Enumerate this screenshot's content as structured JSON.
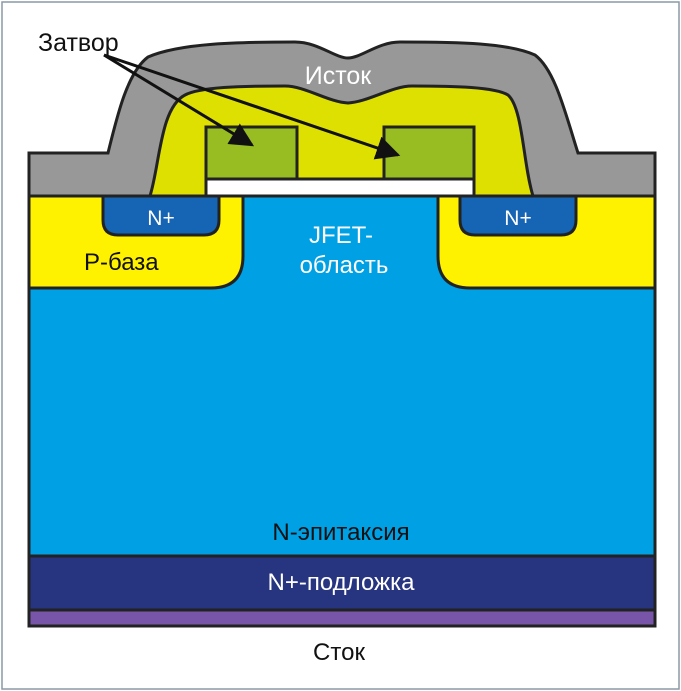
{
  "labels": {
    "gate": "Затвор",
    "source": "Исток",
    "n_plus_left": "N+",
    "n_plus_right": "N+",
    "p_base": "P-база",
    "jfet_line1": "JFET-",
    "jfet_line2": "область",
    "n_epi": "N-эпитаксия",
    "substrate": "N+-подложка",
    "drain": "Сток"
  },
  "colors": {
    "frame": "#8a9aa6",
    "source_metal": "#989898",
    "oxide": "#dde000",
    "gate_poly": "#97bd22",
    "gate_insulator": "#ffffff",
    "p_base": "#fff200",
    "n_plus": "#1565b4",
    "n_epi": "#00a0e4",
    "substrate": "#27347f",
    "drain_metal": "#7855a8",
    "arrow": "#111111"
  }
}
